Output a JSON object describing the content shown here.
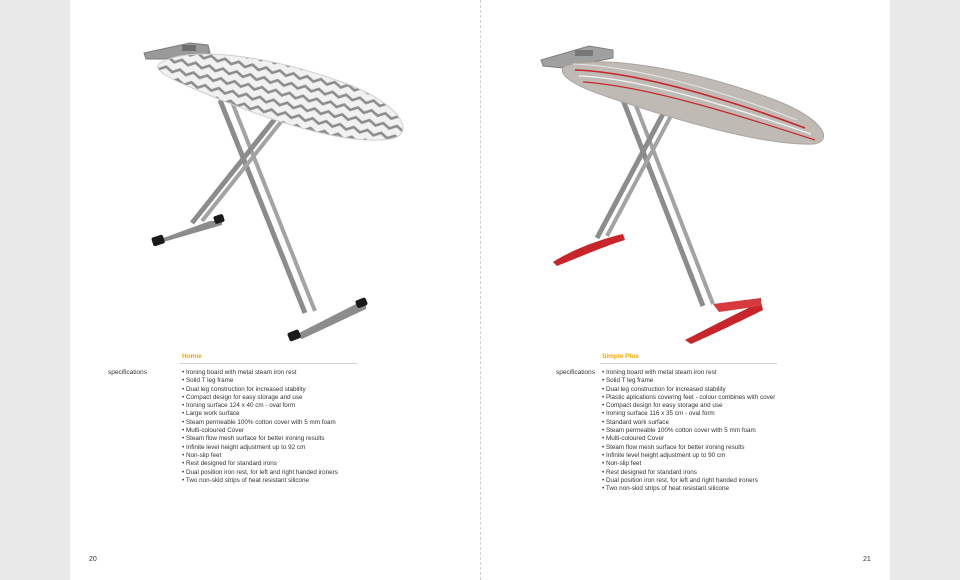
{
  "left_page": {
    "page_number": "20",
    "product_name": "Homie",
    "specs_label": "specifications",
    "features": [
      "• Ironing board with metal steam iron rest",
      "• Solid T leg frame",
      "• Dual leg construction for increased stability",
      "• Compact design for easy storage and use",
      "• Ironing surface 124 x 40 cm - oval form",
      "• Large work surface",
      "• Steam permeable 100% cotton cover with 5 mm foam",
      "• Multi-coloured Cover",
      "• Steam flow mesh surface for better ironing results",
      "• Infinite level height adjustment up to 92 cm",
      "• Non-slip feet",
      "• Rest designed for standard irons",
      "• Dual position iron rest, for left and right handed ironers",
      "• Two non-skid strips of heat resistant silicone"
    ],
    "colors": {
      "cover": "#8a8a8a",
      "feet": "#1a1a1a"
    }
  },
  "right_page": {
    "page_number": "21",
    "product_name": "Simple Plus",
    "specs_label": "specifications",
    "features": [
      "• Ironing board with metal steam iron rest",
      "• Solid T leg frame",
      "• Dual leg construction for increased stability",
      "• Plastic aplications covering feet - colour combines with cover",
      "• Compact design for easy storage and use",
      "• Ironing surface 116 x 35 cm - oval form",
      "• Standard work surface",
      "• Steam permeable 100% cotton cover with 5 mm foam",
      "• Multi-coloured Cover",
      "• Steam flow mesh surface for better ironing results",
      "• Infinite level height adjustment up to 90 cm",
      "• Non-slip feet",
      "• Rest designed for standard irons",
      "• Dual position iron rest, for left and right handed ironers",
      "• Two non-skid strips of heat resistant silicone"
    ],
    "colors": {
      "cover": "#bfbab4",
      "stripe": "#c8252a",
      "feet": "#c8252a"
    }
  }
}
